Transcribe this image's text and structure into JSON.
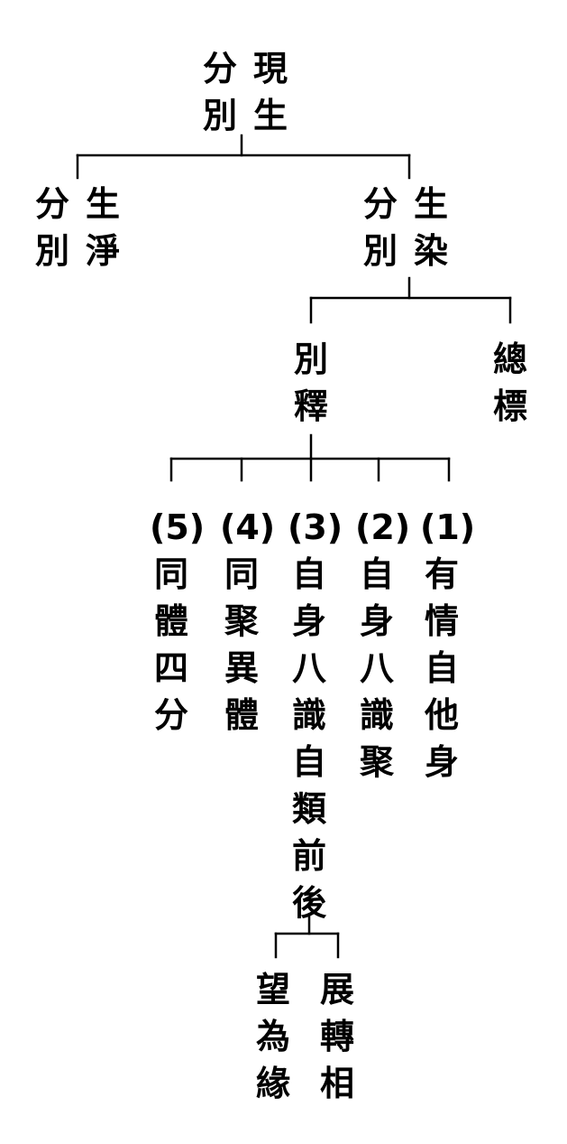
{
  "nodes": {
    "root": {
      "col1": "現生",
      "col2": "分別"
    },
    "pure": {
      "col1": "生淨",
      "col2": "分別"
    },
    "defiled": {
      "col1": "生染",
      "col2": "分別"
    },
    "general": {
      "col1": "總標"
    },
    "specific": {
      "col1": "別釋"
    },
    "item1": {
      "marker": "(1)",
      "text": "有情自他身"
    },
    "item2": {
      "marker": "(2)",
      "text": "自身八識聚"
    },
    "item3": {
      "marker": "(3)",
      "text": "自身八識自類前後"
    },
    "item4": {
      "marker": "(4)",
      "text": "同聚異體"
    },
    "item5": {
      "marker": "(5)",
      "text": "同體四分"
    },
    "sub_right": {
      "col1": "展轉相"
    },
    "sub_left": {
      "col1": "望為緣"
    }
  }
}
